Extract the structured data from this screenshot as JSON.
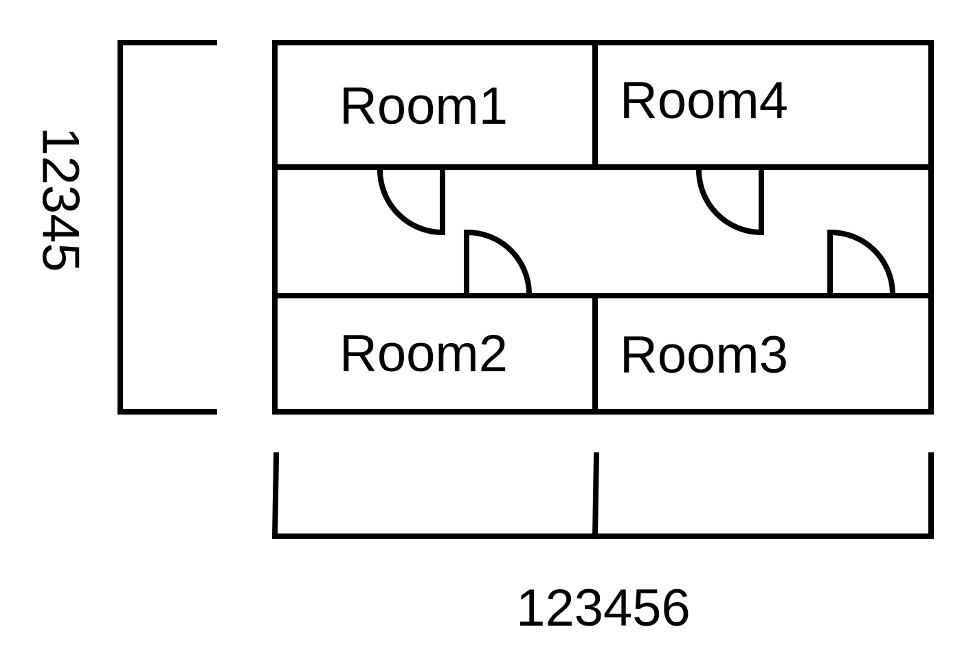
{
  "rooms": [
    {
      "id": "room1",
      "label": "Room1"
    },
    {
      "id": "room4",
      "label": "Room4"
    },
    {
      "id": "room2",
      "label": "Room2"
    },
    {
      "id": "room3",
      "label": "Room3"
    }
  ],
  "dimensions": {
    "height_label": "12345",
    "width_label": "123456"
  },
  "colors": {
    "line": "#000000",
    "background": "#ffffff"
  }
}
